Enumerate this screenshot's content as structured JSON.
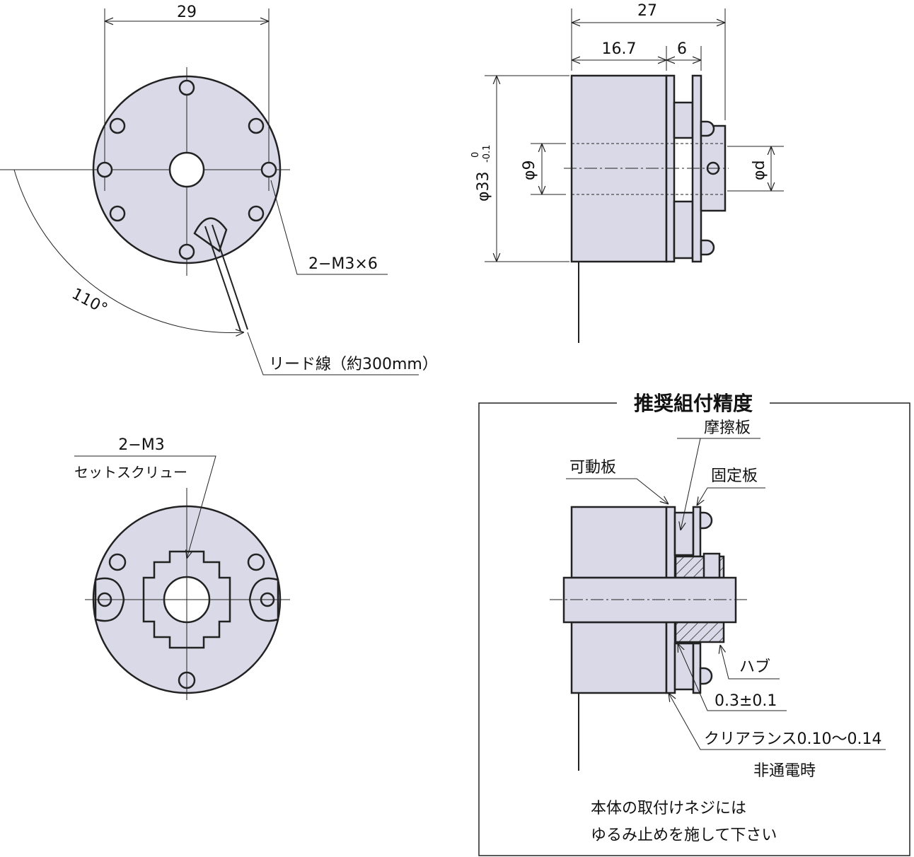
{
  "front_view": {
    "dim_width": "29",
    "angle": "110°",
    "screw_label": "2−M3×6",
    "lead_label": "リード線（約300mm）"
  },
  "side_view": {
    "dim_total": "27",
    "dim_body": "16.7",
    "dim_plate": "6",
    "dim_dia": "φ33",
    "tol_upper": "0",
    "tol_lower": "-0.1",
    "dim_bore": "φ9",
    "dim_shaft": "φd"
  },
  "hub_view": {
    "screw_label": "2−M3",
    "screw_name": "セットスクリュー"
  },
  "assembly": {
    "title": "推奨組付精度",
    "friction_plate": "摩擦板",
    "movable_plate": "可動板",
    "fixed_plate": "固定板",
    "hub": "ハブ",
    "gap": "0.3±0.1",
    "clearance": "クリアランス0.10〜0.14",
    "condition": "非通電時",
    "note_line1": "本体の取付けネジには",
    "note_line2": "ゆるみ止めを施して下さい"
  },
  "colors": {
    "part_fill": "#d9d9e8",
    "line": "#222222"
  }
}
